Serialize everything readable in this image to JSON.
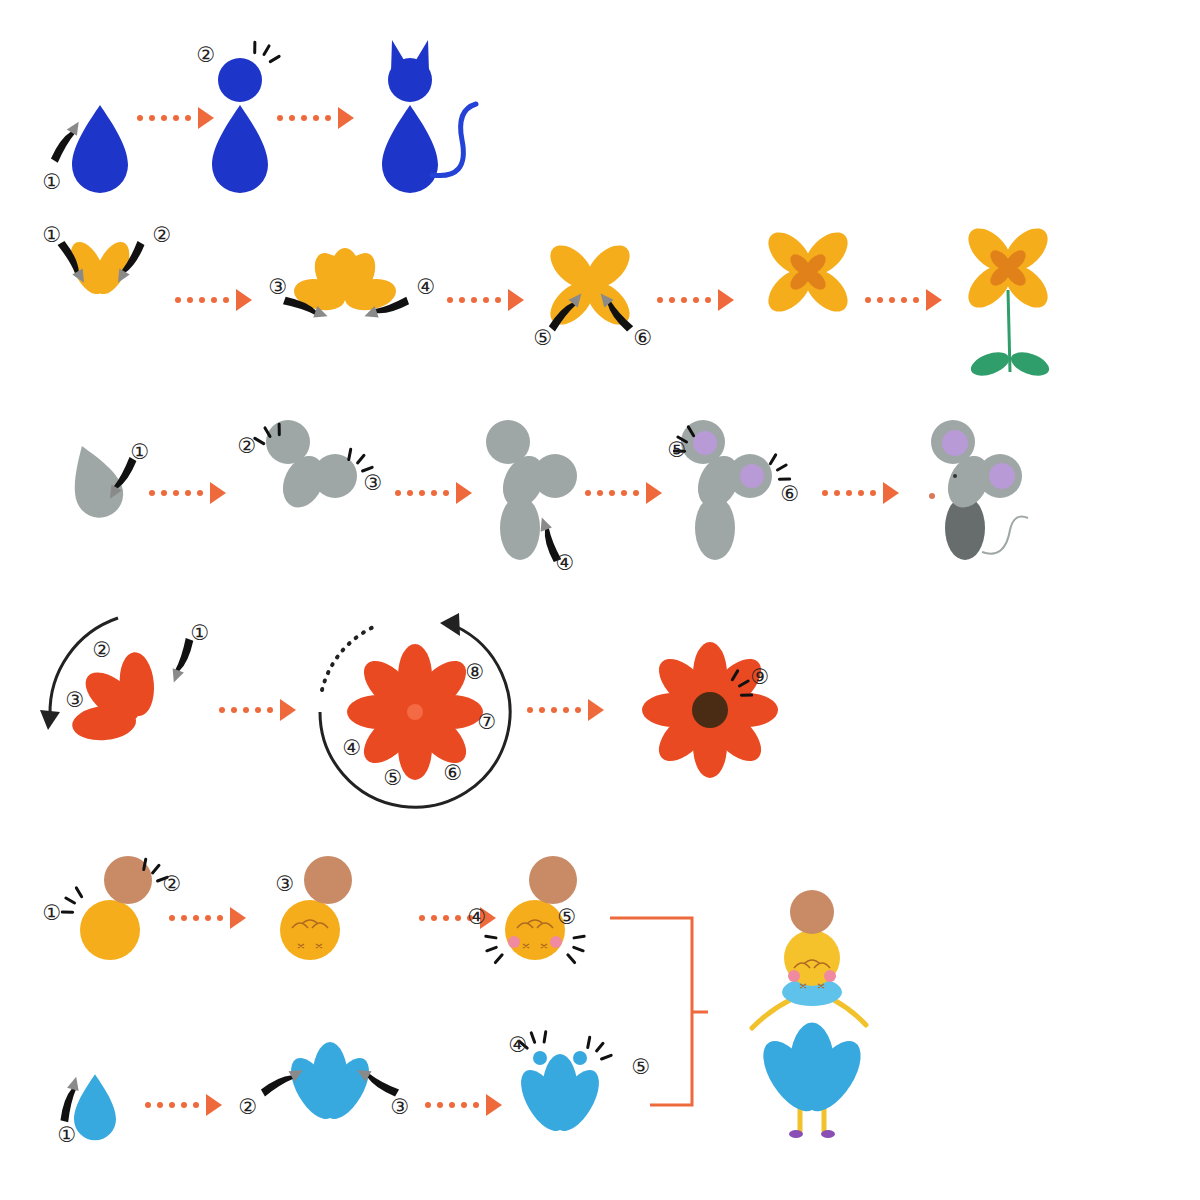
{
  "diagram": {
    "labels": [
      "①",
      "②",
      "①",
      "②",
      "③",
      "④",
      "⑤",
      "⑥",
      "①",
      "②",
      "③",
      "④",
      "⑤",
      "⑥",
      "①",
      "②",
      "③",
      "⑧",
      "⑦",
      "④",
      "⑤",
      "⑥",
      "⑨",
      "①",
      "②",
      "③",
      "④",
      "⑤",
      "①",
      "②",
      "③",
      "④",
      "⑤"
    ]
  }
}
